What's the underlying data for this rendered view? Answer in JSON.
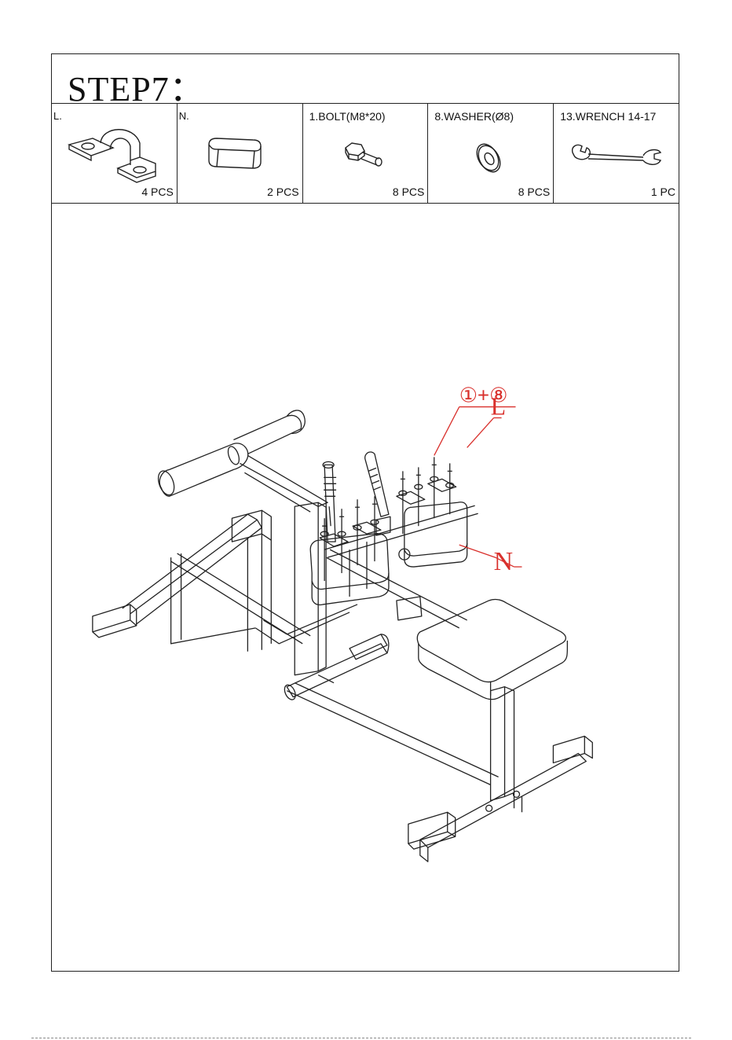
{
  "step_title": "STEP7：",
  "parts": [
    {
      "label": "L.",
      "qty": "4 PCS",
      "icon": "clamp-bracket-icon"
    },
    {
      "label": "N.",
      "qty": "2 PCS",
      "icon": "pad-block-icon"
    },
    {
      "label": "1.BOLT(M8*20)",
      "qty": "8 PCS",
      "icon": "bolt-icon"
    },
    {
      "label": "8.WASHER(Ø8)",
      "qty": "8 PCS",
      "icon": "washer-icon"
    },
    {
      "label": "13.WRENCH 14-17",
      "qty": "1 PC",
      "icon": "wrench-icon"
    }
  ],
  "callouts": {
    "bolt_washer": "①+⑧",
    "clamp": "L",
    "pad": "N"
  },
  "colors": {
    "line": "#222222",
    "callout": "#d9302c"
  }
}
